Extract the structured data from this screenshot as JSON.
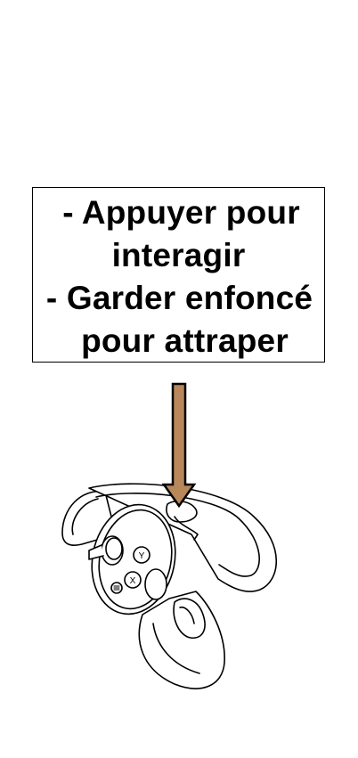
{
  "instructions": {
    "line1": "- Appuyer pour",
    "line2": "interagir",
    "line3": "- Garder enfoncé",
    "line4": "pour attraper"
  },
  "colors": {
    "arrow_fill": "#B8875A",
    "outline": "#000000",
    "background": "#FFFFFF"
  },
  "icons": {
    "arrow": "arrow-down-icon",
    "controller": "vr-controller-icon",
    "button_y": "Y",
    "button_x": "X"
  }
}
